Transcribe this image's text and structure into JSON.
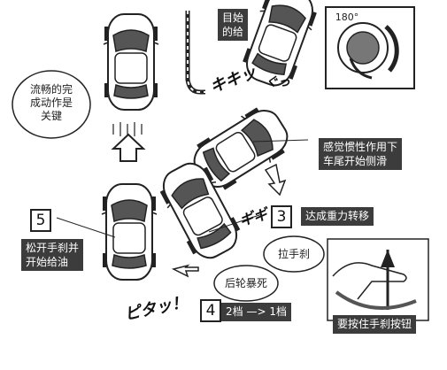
{
  "labels": {
    "mushi_dong": "目始\n的给",
    "smooth_bubble": "流畅的完\n成动作是\n关键",
    "inertia": "感觉惯性作用下\n车尾开始侧滑",
    "weight_transfer": "达成重力转移",
    "release_brake": "松开手刹并\n开始给油",
    "pull_brake": "拉手刹",
    "rear_lock": "后轮暴死",
    "gear_change": "2档 —> 1档",
    "press_button": "要按住手刹按钮",
    "angle": "180°"
  },
  "steps": {
    "step3": "3",
    "step4": "4",
    "step5": "5"
  },
  "sfx": {
    "screech": "キキッ",
    "grip": "ギギ",
    "grunt": "ぐっ",
    "stop": "ピタッ！"
  },
  "colors": {
    "ink": "#222222",
    "label_bg": "#3c3c3c",
    "car_body": "#ffffff",
    "glass": "#555555"
  }
}
